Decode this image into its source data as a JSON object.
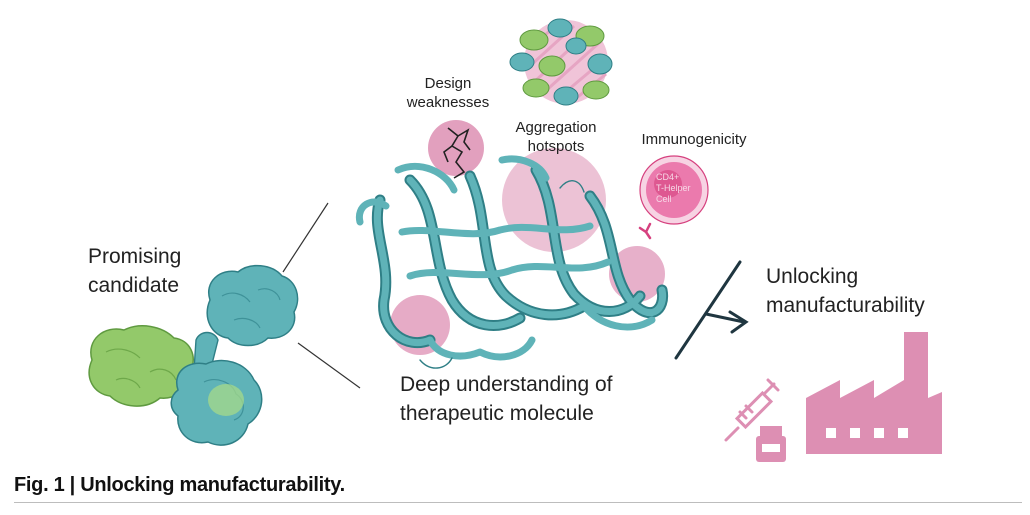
{
  "figure": {
    "caption": "Fig. 1 | Unlocking manufacturability.",
    "labels": {
      "promising_candidate": [
        "Promising",
        "candidate"
      ],
      "design_weaknesses": [
        "Design",
        "weaknesses"
      ],
      "aggregation_hotspots": [
        "Aggregation",
        "hotspots"
      ],
      "immunogenicity": "Immunogenicity",
      "cd4_cell": [
        "CD4+",
        "T-Helper",
        "Cell"
      ],
      "deep_understanding": [
        "Deep understanding of",
        "therapeutic molecule"
      ],
      "unlocking": [
        "Unlocking",
        "manufacturability"
      ]
    }
  },
  "colors": {
    "teal": "#5fb3b8",
    "teal_dark": "#2f7f86",
    "green": "#93c96a",
    "green_dark": "#5f9a40",
    "pink": "#dd8fb3",
    "pink_light": "#f0c4d8",
    "magenta": "#d6417f",
    "navy": "#1f3640"
  }
}
